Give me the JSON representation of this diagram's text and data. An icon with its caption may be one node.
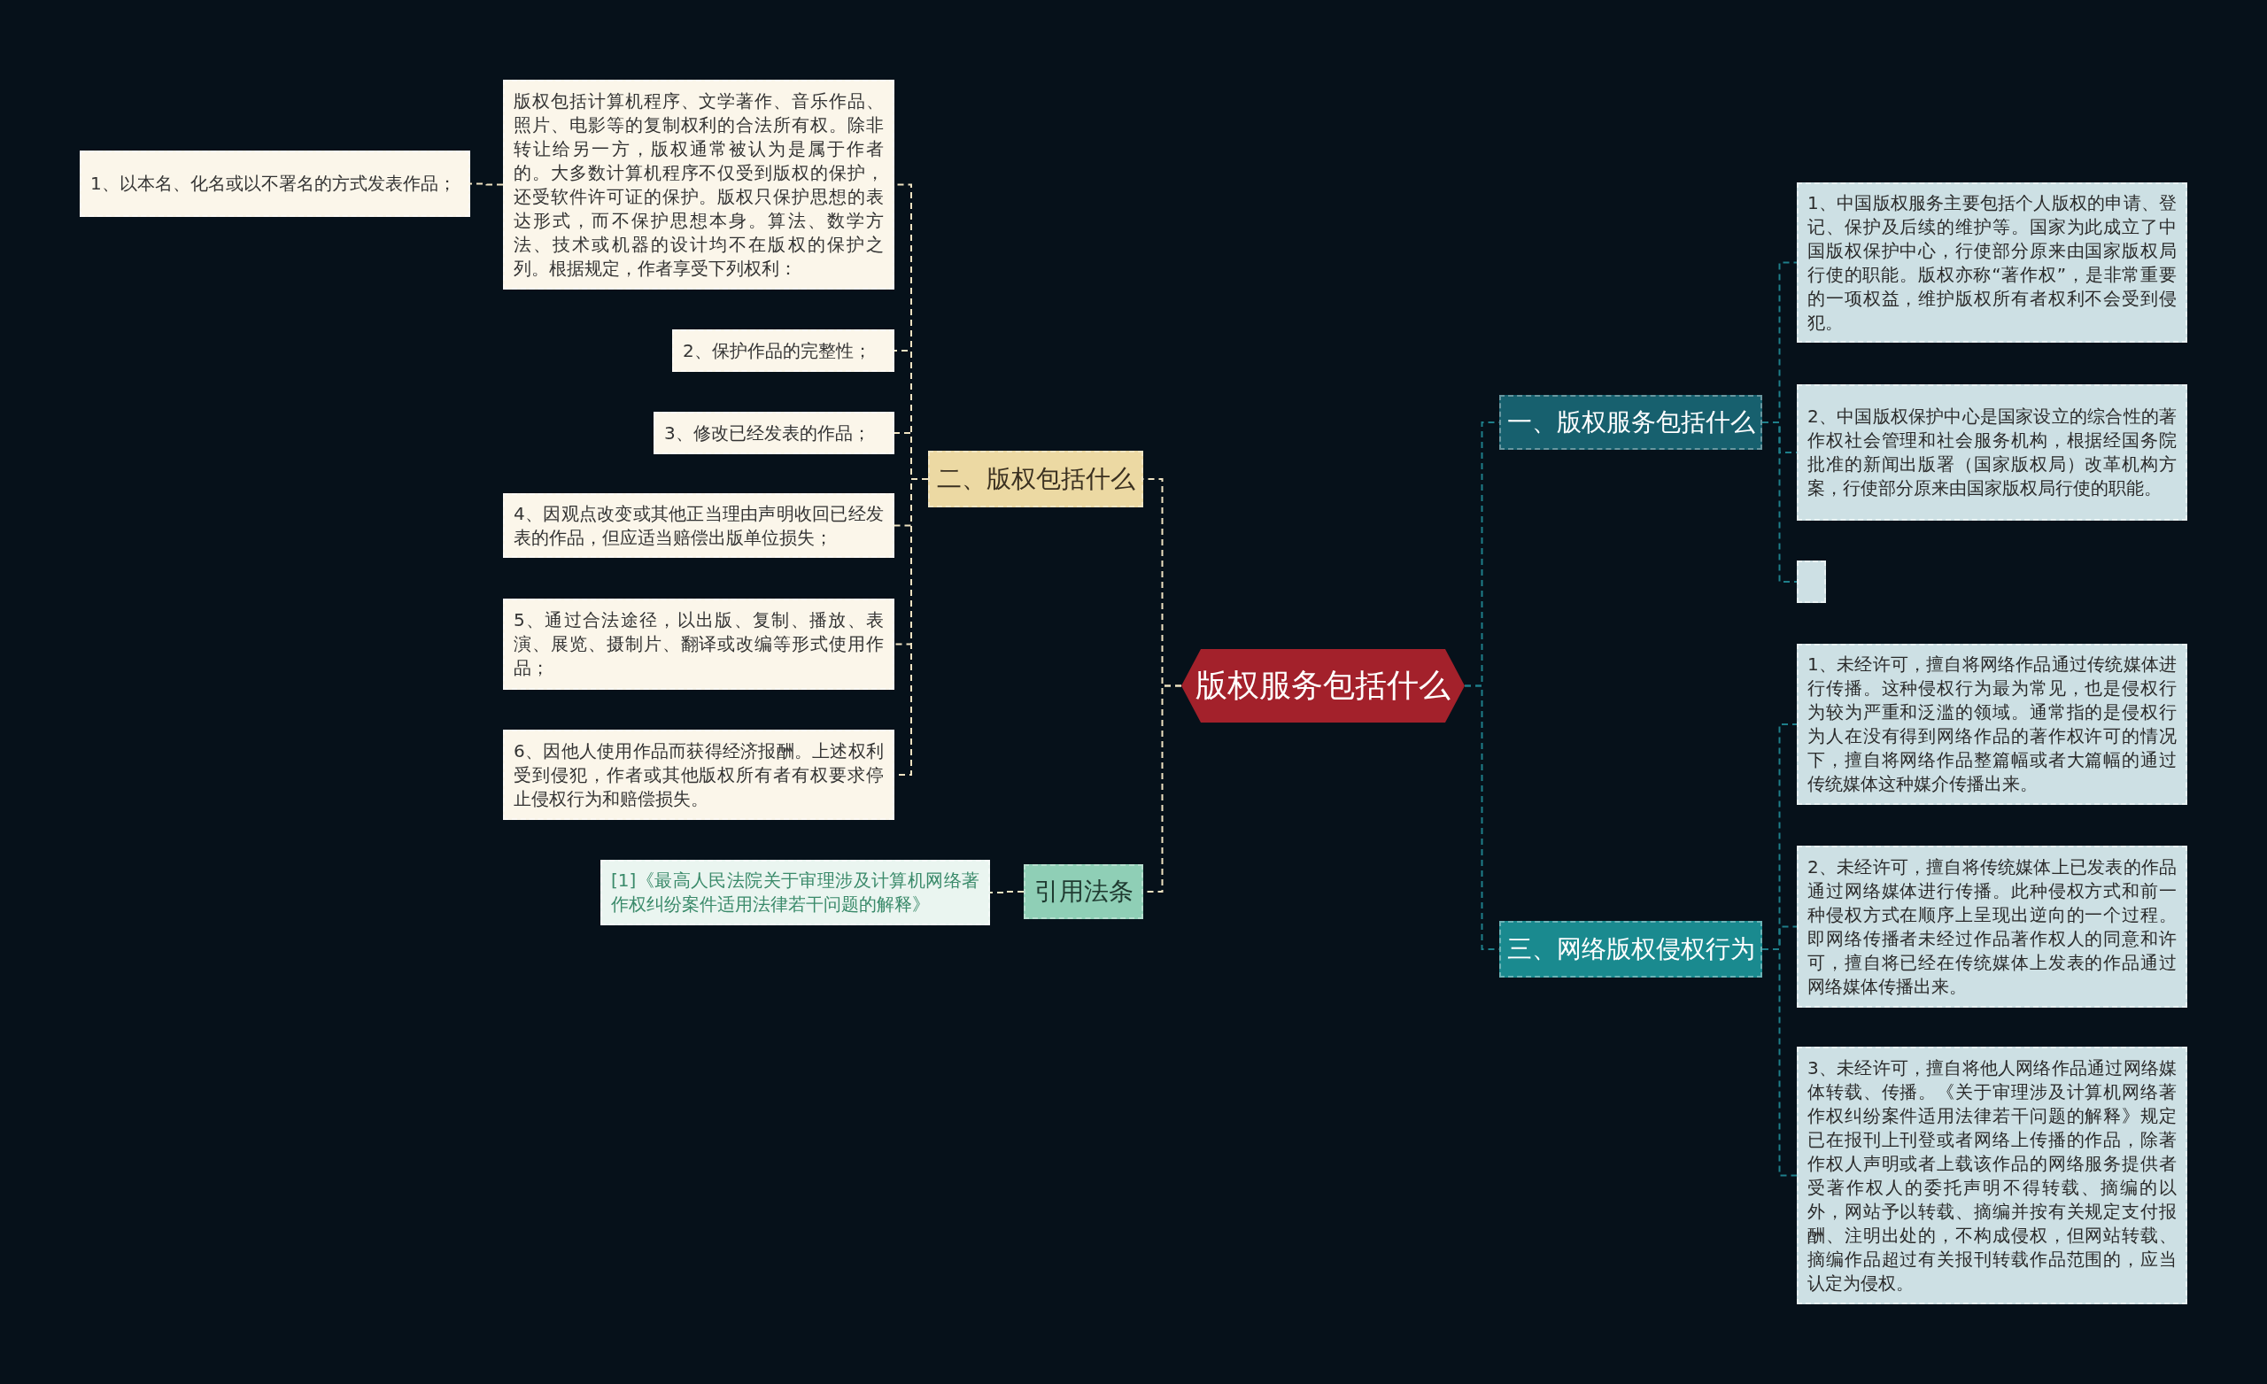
{
  "diagram": {
    "nodes": [
      {
        "text": [
          "版权服务包括什么"
        ]
      },
      {
        "text": [
          "一、版权服务包括什么"
        ]
      },
      {
        "text": [
          "1、中国版权服务主要包括个人版权的申请、登记、保护及后续的维护等。国家为此成立了中国版权保护中心，行使部分原来由国家版权局行使的职能。版权亦称“著作权”，是非常重要的一项权益，维护版权所有者权利不会受到侵犯。"
        ]
      },
      {
        "text": [
          "2、中国版权保护中心是国家设立的综合性的著作权社会管理和社会服务机构，根据经国务院批准的新闻出版署（国家版权局）改革机构方案，行使部分原来由国家版权局行使的职能。"
        ]
      },
      {
        "text": [],
        "shape": "box"
      },
      {
        "text": [
          "二、版权包括什么"
        ]
      },
      {
        "text": [
          "版权包括计算机程序、文学著作、音乐作品、照片、电影等的复制权利的合法所有权。除非转让给另一方，版权通常被认为是属于作者的。大多数计算机程序不仅受到版权的保护，还受软件许可证的保护。版权只保护思想的表达形式，而不保护思想本身。算法、数学方法、技术或机器的设计均不在版权的保护之列。根据规定，作者享受下列权利："
        ]
      },
      {
        "text": [
          "1、以本名、化名或以不署名的方式发表作品；"
        ]
      },
      {
        "text": [
          "2、保护作品的完整性；"
        ]
      },
      {
        "text": [
          "3、修改已经发表的作品；"
        ]
      },
      {
        "text": [
          "4、因观点改变或其他正当理由声明收回已经发表的作品，但应适当赔偿出版单位损失；"
        ]
      },
      {
        "text": [
          "5、通过合法途径，以出版、复制、播放、表演、展览、摄制片、翻译或改编等形式使用作品；"
        ]
      },
      {
        "text": [
          "6、因他人使用作品而获得经济报酬。上述权利受到侵犯，作者或其他版权所有者有权要求停止侵权行为和赔偿损失。"
        ]
      },
      {
        "text": [
          "引用法条"
        ]
      },
      {
        "text": [
          "[1]《最高人民法院关于审理涉及计算机网络著作权纠纷案件适用法律若干问题的解释》"
        ]
      },
      {
        "text": [
          "三、网络版权侵权行为"
        ]
      },
      {
        "text": [
          "1、未经许可，擅自将网络作品通过传统媒体进行传播。这种侵权行为最为常见，也是侵权行为较为严重和泛滥的领域。通常指的是侵权行为人在没有得到网络作品的著作权许可的情况下，擅自将网络作品整篇幅或者大篇幅的通过传统媒体这种媒介传播出来。"
        ]
      },
      {
        "text": [
          "2、未经许可，擅自将传统媒体上已发表的作品通过网络媒体进行传播。此种侵权方式和前一种侵权方式在顺序上呈现出逆向的一个过程。即网络传播者未经过作品著作权人的同意和许可，擅自将已经在传统媒体上发表的作品通过网络媒体传播出来。"
        ]
      },
      {
        "text": [
          "3、未经许可，擅自将他人网络作品通过网络媒体转载、传播。《关于审理涉及计算机网络著作权纠纷案件适用法律若干问题的解释》规定已在报刊上刊登或者网络上传播的作品，除著作权人声明或者上载该作品的网络服务提供者受著作权人的委托声明不得转载、摘编的以外，网站予以转载、摘编并按有关规定支付报酬、注明出处的，不构成侵权，但网站转载、摘编作品超过有关报刊转载作品范围的，应当认定为侵权。"
        ]
      }
    ],
    "edges": [
      {
        "from": 0,
        "to": 1,
        "arrow": "none",
        "color": "#1e7f8a"
      },
      {
        "from": 1,
        "to": 2,
        "arrow": "none",
        "color": "#1e7f8a"
      },
      {
        "from": 1,
        "to": 3,
        "arrow": "none",
        "color": "#1e7f8a"
      },
      {
        "from": 1,
        "to": 4,
        "arrow": "none",
        "color": "#1e7f8a"
      },
      {
        "from": 0,
        "to": 5,
        "arrow": "none"
      },
      {
        "from": 5,
        "to": 6,
        "arrow": "none"
      },
      {
        "from": 6,
        "to": 7,
        "arrow": "none"
      },
      {
        "from": 5,
        "to": 8,
        "arrow": "none"
      },
      {
        "from": 5,
        "to": 9,
        "arrow": "none"
      },
      {
        "from": 5,
        "to": 10,
        "arrow": "none"
      },
      {
        "from": 5,
        "to": 11,
        "arrow": "none"
      },
      {
        "from": 5,
        "to": 12,
        "arrow": "none"
      },
      {
        "from": 0,
        "to": 13,
        "arrow": "none"
      },
      {
        "from": 13,
        "to": 14,
        "arrow": "none"
      },
      {
        "from": 0,
        "to": 15,
        "arrow": "none",
        "color": "#1e7f8a"
      },
      {
        "from": 15,
        "to": 16,
        "arrow": "none",
        "color": "#1e7f8a"
      },
      {
        "from": 15,
        "to": 17,
        "arrow": "none",
        "color": "#1e7f8a"
      },
      {
        "from": 15,
        "to": 18,
        "arrow": "none",
        "color": "#1e7f8a"
      }
    ]
  }
}
